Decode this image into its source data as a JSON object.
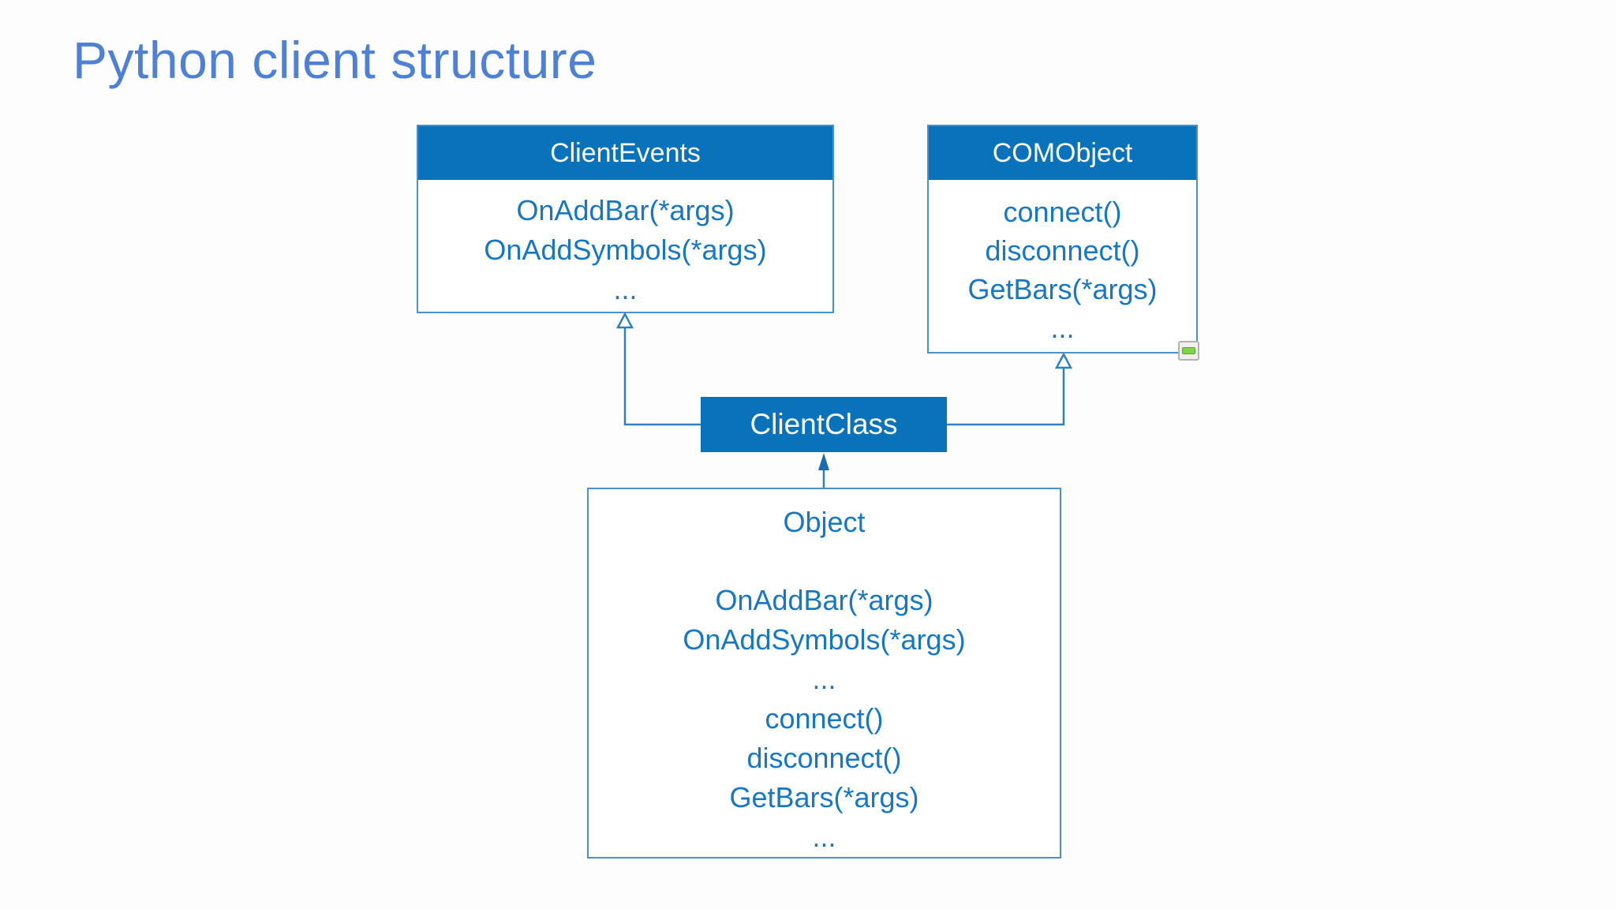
{
  "title": "Python client structure",
  "colors": {
    "title_text": "#4e80d6",
    "box_header_bg": "#0a72ba",
    "box_header_text": "#fbfbfb",
    "box_body_text": "#1777c5",
    "box_border": "#4a90cd",
    "connector_line": "#2e81c0",
    "collapse_icon_green": "#7ed348"
  },
  "diagram": {
    "client_events": {
      "name": "ClientEvents",
      "methods": [
        "OnAddBar(*args)",
        "OnAddSymbols(*args)",
        "..."
      ]
    },
    "com_object": {
      "name": "COMObject",
      "methods": [
        "connect()",
        "disconnect()",
        "GetBars(*args)",
        "..."
      ]
    },
    "client_class": {
      "name": "ClientClass"
    },
    "object": {
      "name": "Object",
      "methods": [
        "OnAddBar(*args)",
        "OnAddSymbols(*args)",
        "...",
        "connect()",
        "disconnect()",
        "GetBars(*args)",
        "..."
      ]
    }
  }
}
